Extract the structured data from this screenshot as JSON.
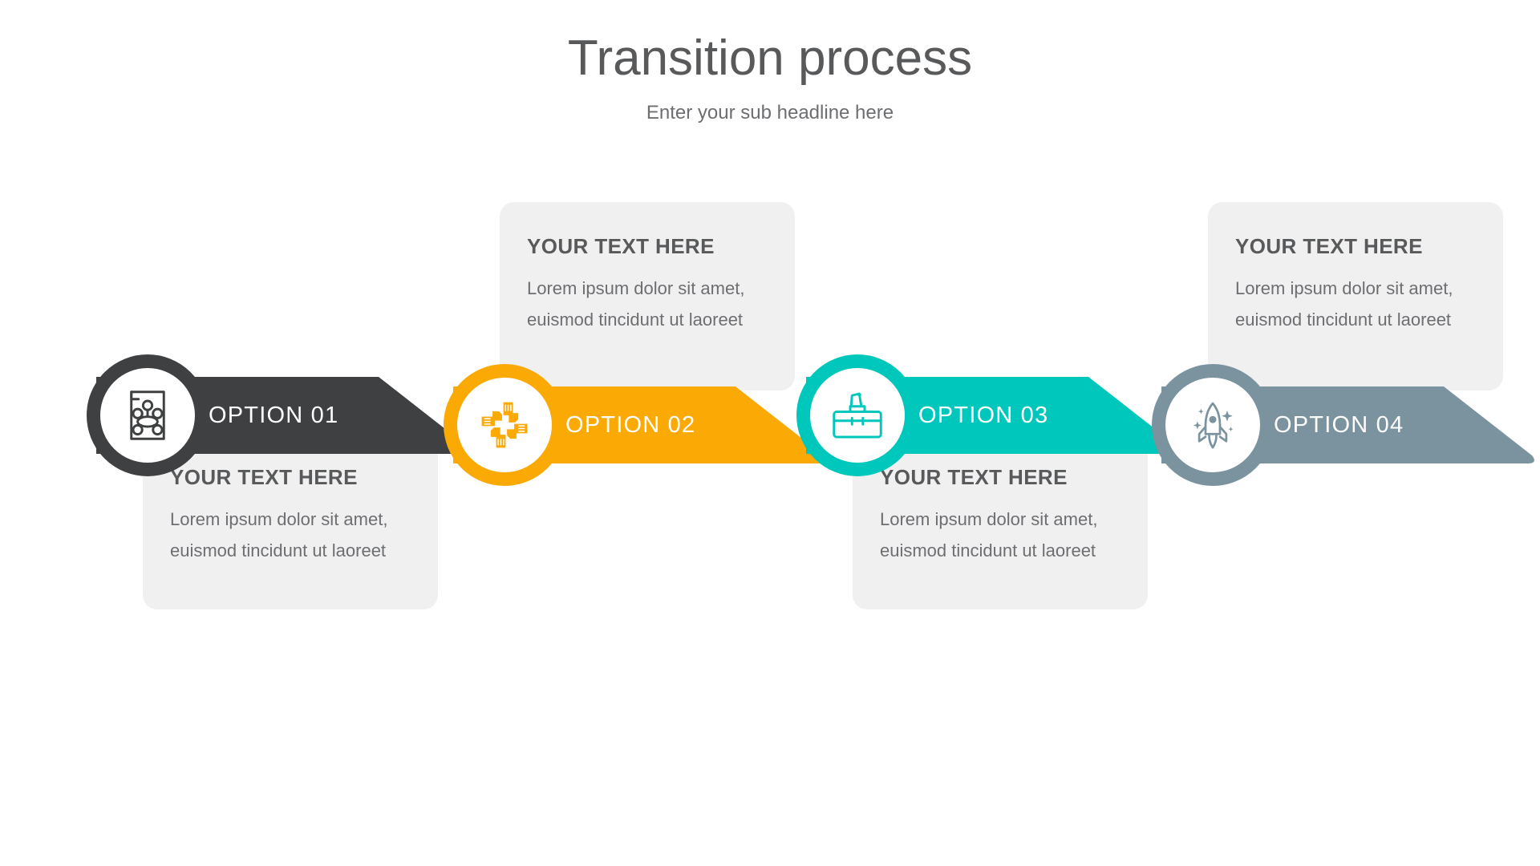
{
  "header": {
    "title": "Transition process",
    "subtitle": "Enter your sub headline here"
  },
  "theme": {
    "background": "#ffffff",
    "card_bg": "#f0f0f0",
    "title_color": "#58595b",
    "body_color": "#6d6e71"
  },
  "steps": [
    {
      "label": "OPTION 01",
      "color": "#3f4041",
      "icon": "document-flowchart-icon",
      "card_position": "below",
      "card_title": "YOUR TEXT HERE",
      "card_body": "Lorem ipsum dolor sit amet, euismod tincidunt ut laoreet"
    },
    {
      "label": "OPTION 02",
      "color": "#fba905",
      "icon": "teamwork-hands-icon",
      "card_position": "above",
      "card_title": "YOUR TEXT HERE",
      "card_body": "Lorem ipsum dolor sit amet, euismod tincidunt ut laoreet"
    },
    {
      "label": "OPTION 03",
      "color": "#00c7bc",
      "icon": "briefcase-icon",
      "card_position": "below",
      "card_title": "YOUR TEXT HERE",
      "card_body": "Lorem ipsum dolor sit amet, euismod tincidunt ut laoreet"
    },
    {
      "label": "OPTION 04",
      "color": "#7a939e",
      "icon": "rocket-icon",
      "card_position": "above",
      "card_title": "YOUR TEXT HERE",
      "card_body": "Lorem ipsum dolor sit amet, euismod tincidunt ut laoreet"
    }
  ]
}
